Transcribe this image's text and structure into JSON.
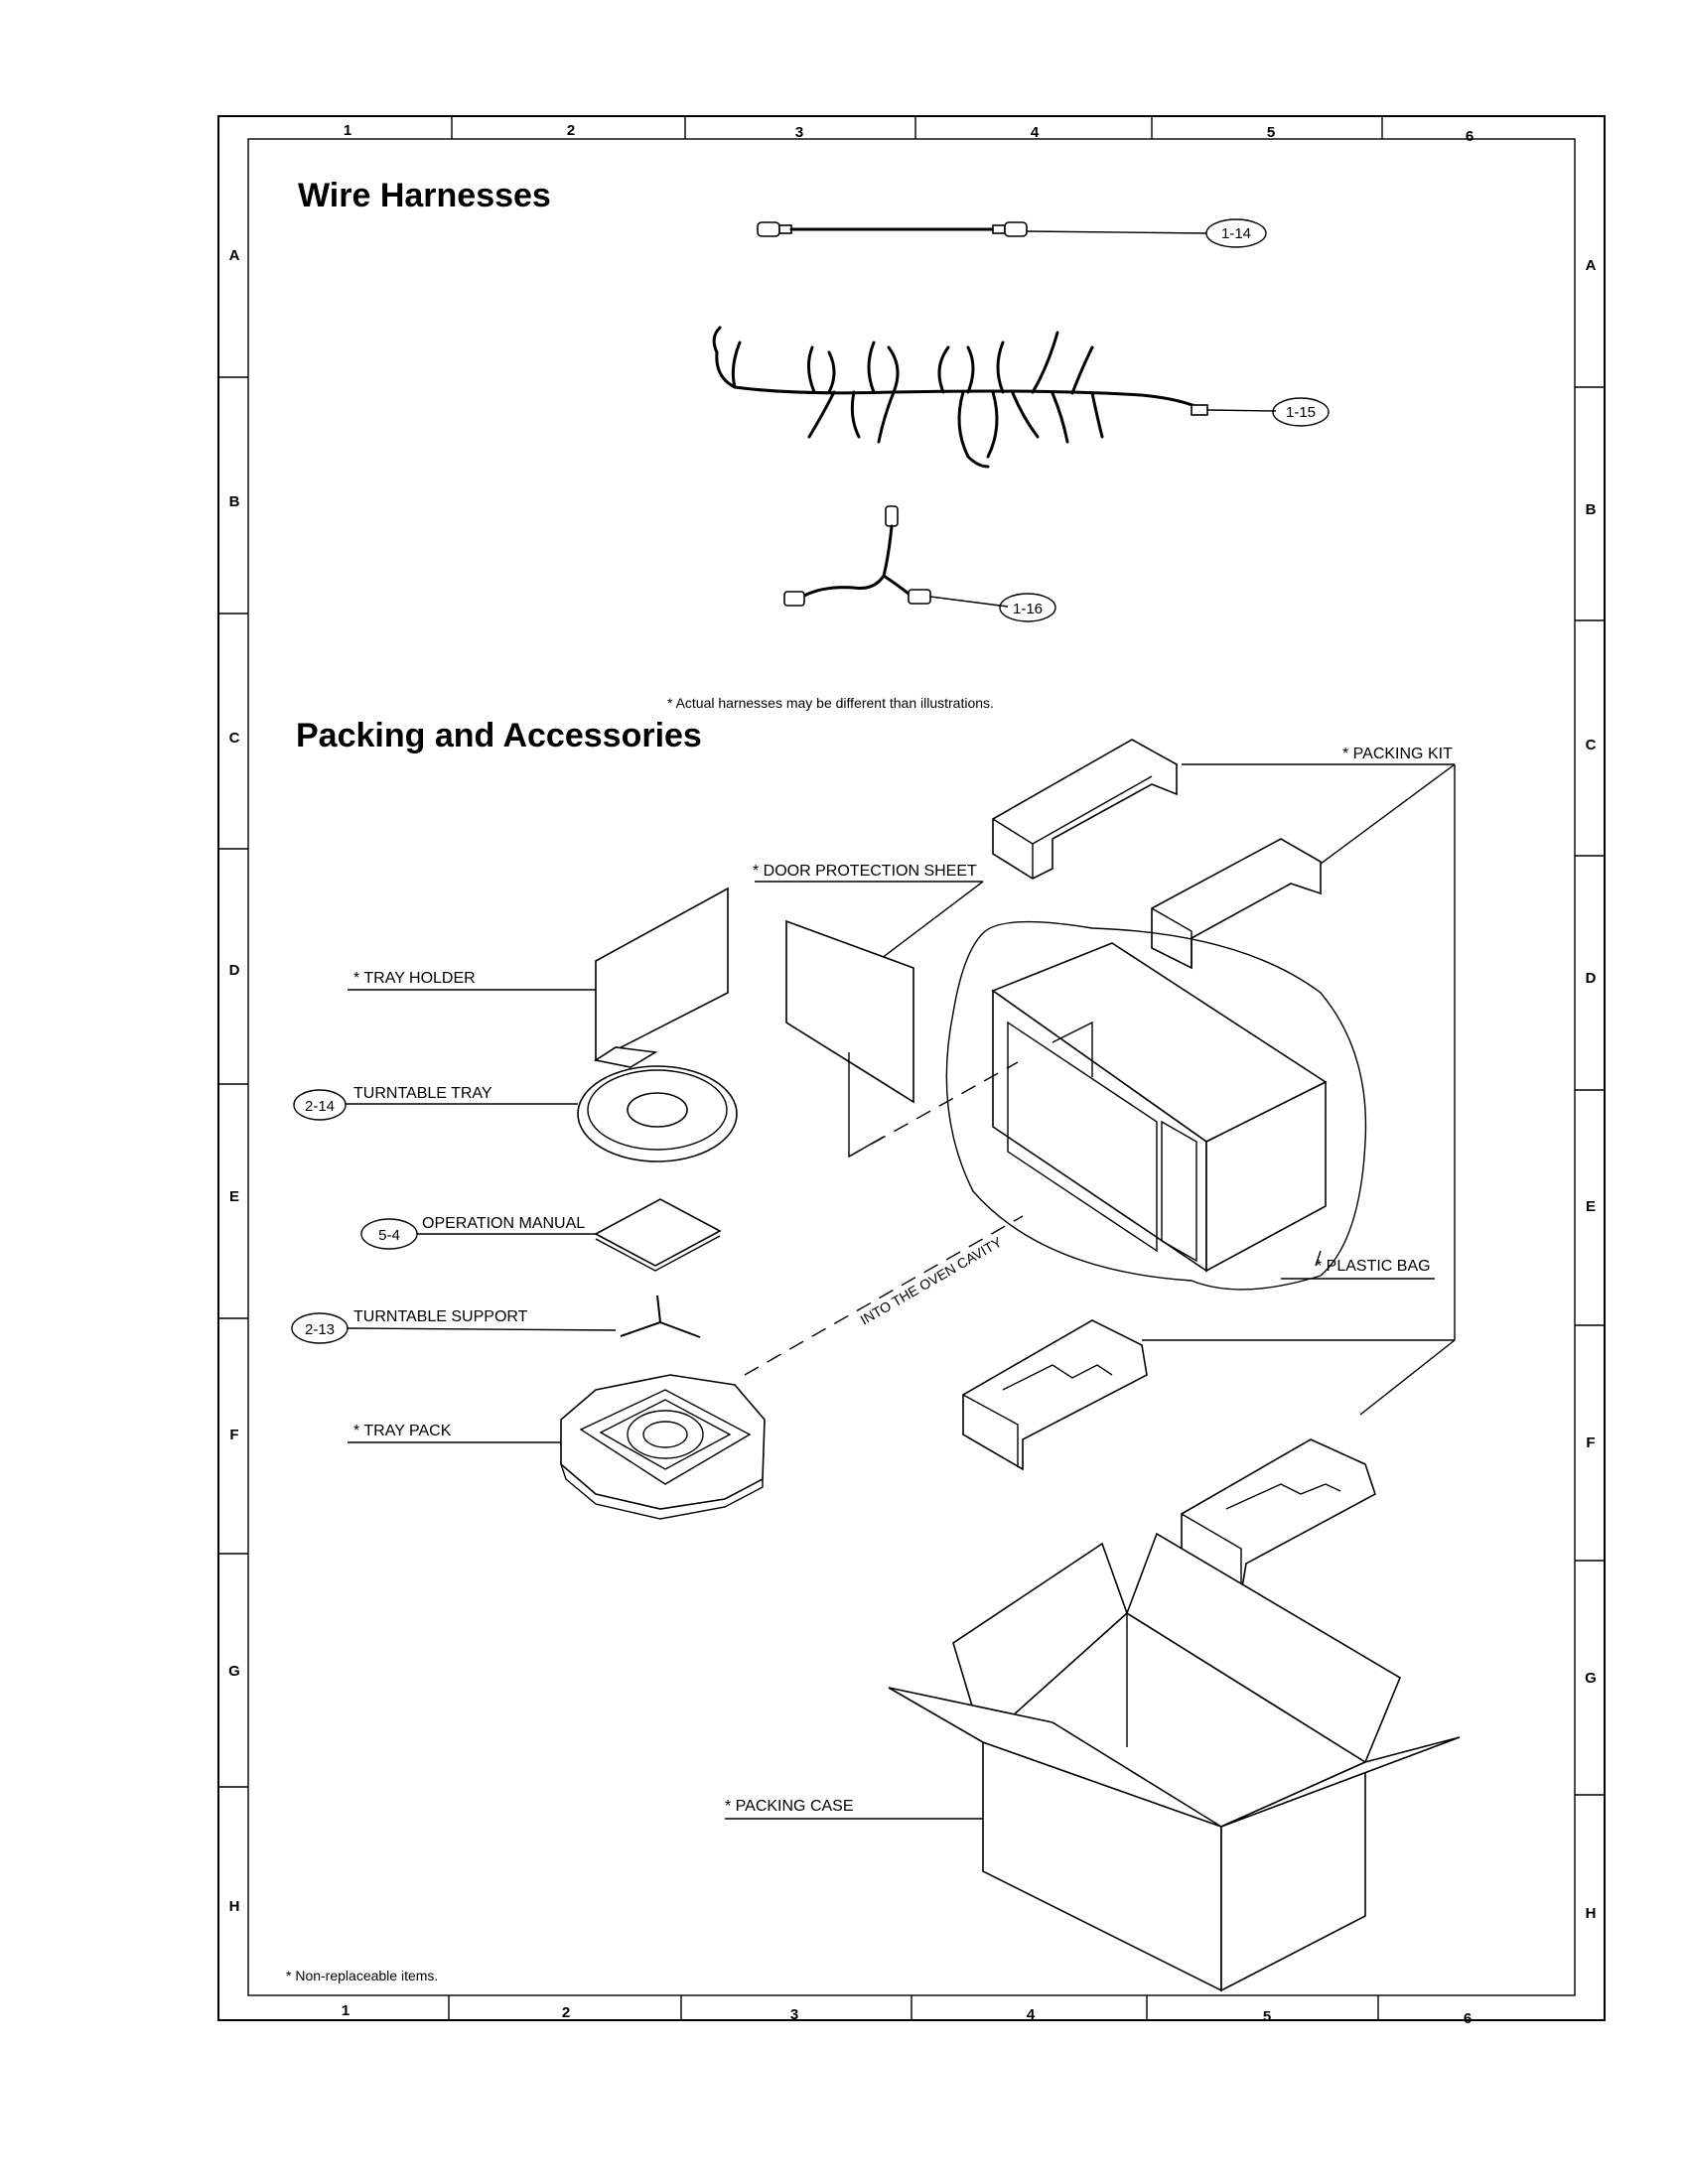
{
  "grid": {
    "columns": [
      "1",
      "2",
      "3",
      "4",
      "5",
      "6"
    ],
    "rows": [
      "A",
      "B",
      "C",
      "D",
      "E",
      "F",
      "G",
      "H"
    ]
  },
  "sections": {
    "wire_harnesses": {
      "title": "Wire Harnesses",
      "items": [
        {
          "ref": "1-14"
        },
        {
          "ref": "1-15"
        },
        {
          "ref": "1-16"
        }
      ],
      "note": "* Actual harnesses may be different than illustrations."
    },
    "packing": {
      "title": "Packing and Accessories",
      "labels": {
        "packing_kit": "* PACKING KIT",
        "door_protection_sheet": "* DOOR PROTECTION SHEET",
        "tray_holder": "* TRAY HOLDER",
        "turntable_tray": "TURNTABLE TRAY",
        "operation_manual": "OPERATION MANUAL",
        "turntable_support": "TURNTABLE SUPPORT",
        "tray_pack": "* TRAY PACK",
        "plastic_bag": "* PLASTIC BAG",
        "packing_case": "* PACKING CASE",
        "into_oven_cavity": "INTO THE OVEN CAVITY"
      },
      "refs": {
        "turntable_tray": "2-14",
        "operation_manual": "5-4",
        "turntable_support": "2-13"
      }
    }
  },
  "footnote": "* Non-replaceable items."
}
